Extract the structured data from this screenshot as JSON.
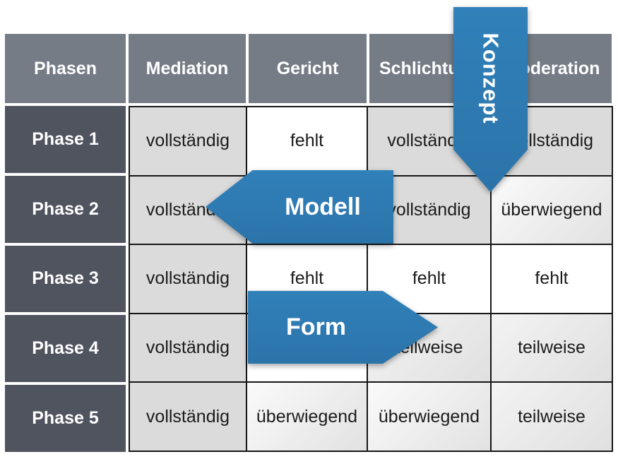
{
  "table": {
    "columns": [
      "Phasen",
      "Mediation",
      "Gericht",
      "Schlichtung",
      "Moderation"
    ],
    "rows": [
      {
        "label": "Phase 1",
        "values": [
          "vollständig",
          "fehlt",
          "vollständig",
          "vollständig"
        ]
      },
      {
        "label": "Phase 2",
        "values": [
          "vollständig",
          "",
          "vollständig",
          "überwiegend"
        ]
      },
      {
        "label": "Phase 3",
        "values": [
          "vollständig",
          "fehlt",
          "fehlt",
          "fehlt"
        ]
      },
      {
        "label": "Phase 4",
        "values": [
          "vollständig",
          "",
          "teilweise",
          "teilweise"
        ]
      },
      {
        "label": "Phase 5",
        "values": [
          "vollständig",
          "überwiegend",
          "überwiegend",
          "teilweise"
        ]
      }
    ]
  },
  "arrows": [
    {
      "label": "Konzept",
      "direction": "down"
    },
    {
      "label": "Modell",
      "direction": "left"
    },
    {
      "label": "Form",
      "direction": "right"
    }
  ],
  "colors": {
    "arrow_blue": "#2e7ab4",
    "header_gray": "#767c86",
    "label_dark_gray": "#50545f",
    "cell_light_gray": "#dbdbdb",
    "cell_white": "#ffffff",
    "border_black": "#161616"
  }
}
